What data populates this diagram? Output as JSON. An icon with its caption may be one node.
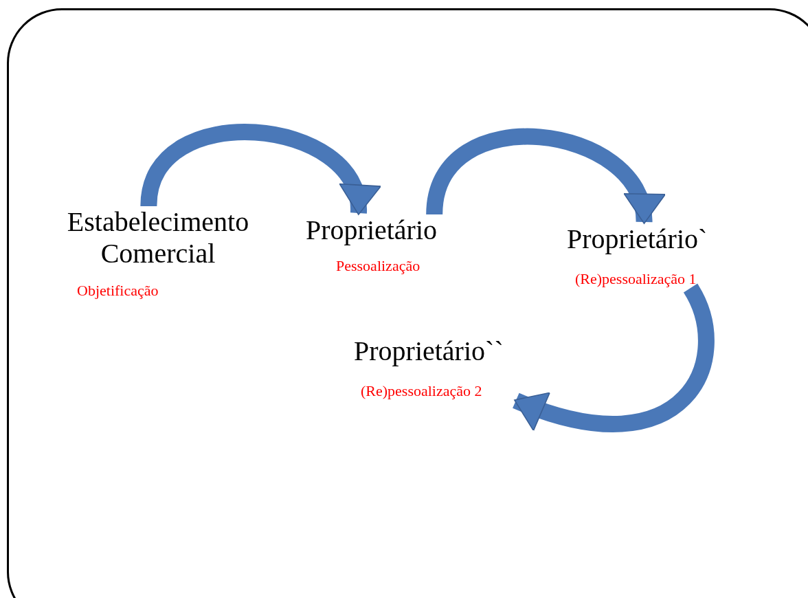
{
  "diagram": {
    "nodes": [
      {
        "text": [
          "Estabelecimento Comercial"
        ],
        "beside": [
          "Objetificação"
        ]
      },
      {
        "text": [
          "Proprietário"
        ],
        "beside": [
          "Pessoalização"
        ]
      },
      {
        "text": [
          "Proprietário`"
        ],
        "beside": [
          "(Re)pessoalização 1"
        ]
      },
      {
        "text": [
          "Proprietário``"
        ],
        "beside": [
          "(Re)pessoalização 2"
        ]
      }
    ],
    "edges": [
      {
        "from": 0,
        "to": 1,
        "arrow": "to"
      },
      {
        "from": 1,
        "to": 2,
        "arrow": "to"
      },
      {
        "from": 2,
        "to": 3,
        "arrow": "to"
      }
    ]
  }
}
